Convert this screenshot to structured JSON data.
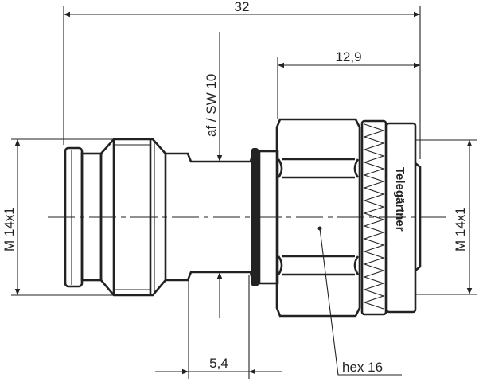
{
  "dimensions": {
    "overall_length": "32",
    "nut_length": "12,9",
    "wrench_flat": "af / SW 10",
    "left_thread": "M 14x1",
    "right_thread": "M 14x1",
    "groove_width": "5,4",
    "hex_size": "hex 16"
  },
  "brand": "Telegärtner",
  "colors": {
    "line": "#222222",
    "background": "#ffffff"
  }
}
